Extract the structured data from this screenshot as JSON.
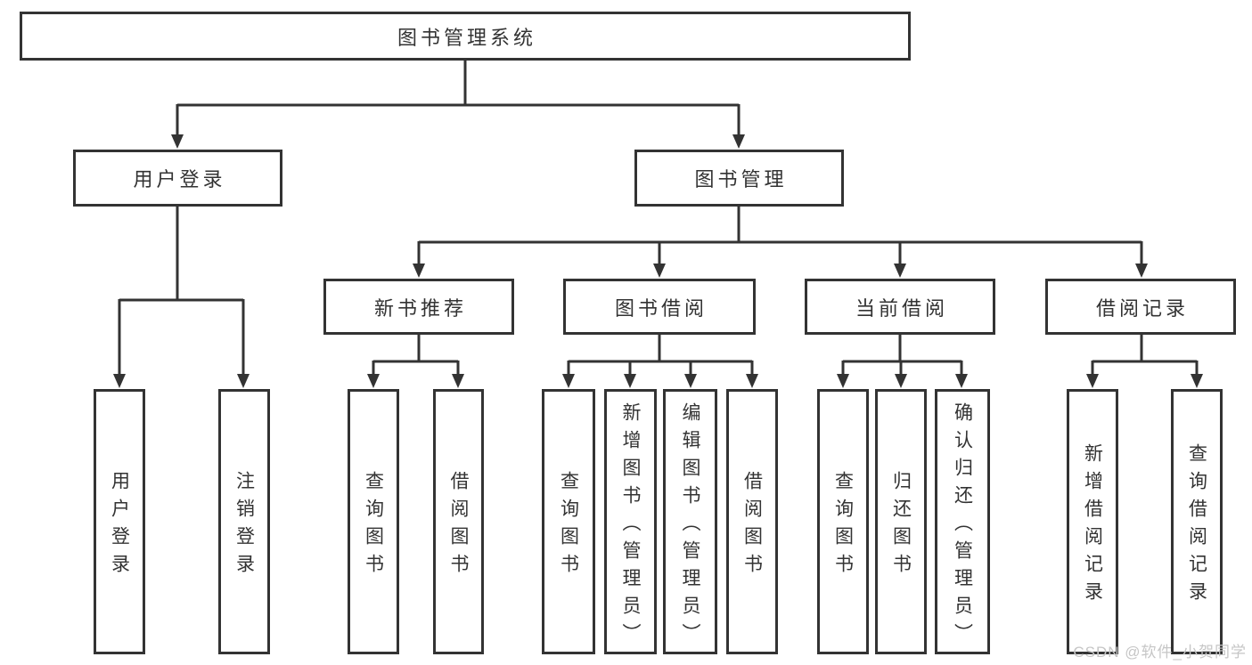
{
  "diagram": {
    "title": "图书管理系统",
    "tree": {
      "root": {
        "label": "图书管理系统"
      },
      "branches": [
        {
          "label": "用户登录",
          "children": [
            {
              "label": "用户登录"
            },
            {
              "label": "注销登录"
            }
          ]
        },
        {
          "label": "图书管理",
          "children": [
            {
              "label": "新书推荐",
              "children": [
                {
                  "label": "查询图书"
                },
                {
                  "label": "借阅图书"
                }
              ]
            },
            {
              "label": "图书借阅",
              "children": [
                {
                  "label": "查询图书"
                },
                {
                  "label": "新增图书（管理员）"
                },
                {
                  "label": "编辑图书（管理员）"
                },
                {
                  "label": "借阅图书"
                }
              ]
            },
            {
              "label": "当前借阅",
              "children": [
                {
                  "label": "查询图书"
                },
                {
                  "label": "归还图书"
                },
                {
                  "label": "确认归还（管理员）"
                }
              ]
            },
            {
              "label": "借阅记录",
              "children": [
                {
                  "label": "新增借阅记录"
                },
                {
                  "label": "查询借阅记录"
                }
              ]
            }
          ]
        }
      ]
    },
    "colors": {
      "line": "#333333",
      "box_border": "#333333",
      "box_background": "#ffffff",
      "text": "#333333",
      "watermark": "#c6c6c6",
      "page_background": "#ffffff"
    },
    "watermark": {
      "text": "CSDN @软件_小贺同学"
    }
  }
}
